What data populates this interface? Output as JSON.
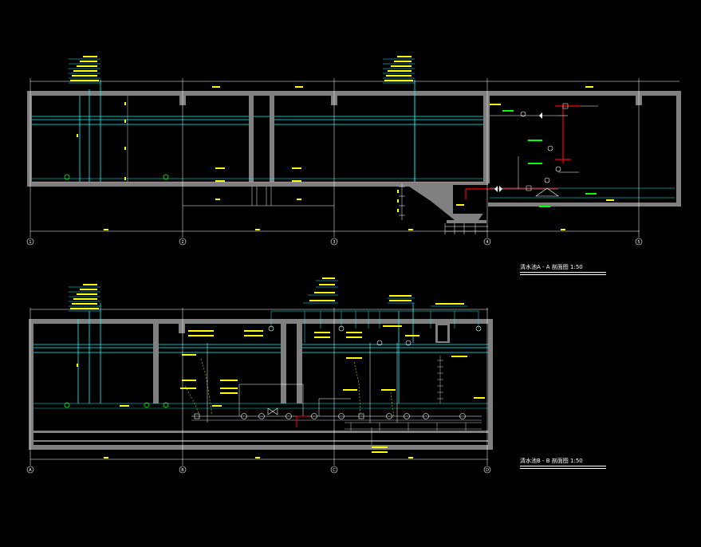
{
  "drawing": {
    "background": "#000000",
    "colors": {
      "wall": "#808080",
      "line_cyan": "#00ffff",
      "line_white": "#ffffff",
      "line_green": "#00c000",
      "line_red": "#ff0000",
      "line_yellow": "#ffff00",
      "text_yellow": "#ffff00",
      "text_green": "#00ff00"
    },
    "section_a": {
      "title": "清水池A - A 剖面图 1:50",
      "grid_labels": [
        "①",
        "②",
        "③",
        "④",
        "⑤"
      ]
    },
    "section_b": {
      "title": "清水池B - B 剖面图 1:50",
      "grid_labels": [
        "Ⓐ",
        "Ⓑ",
        "Ⓒ",
        "Ⓓ"
      ]
    }
  }
}
